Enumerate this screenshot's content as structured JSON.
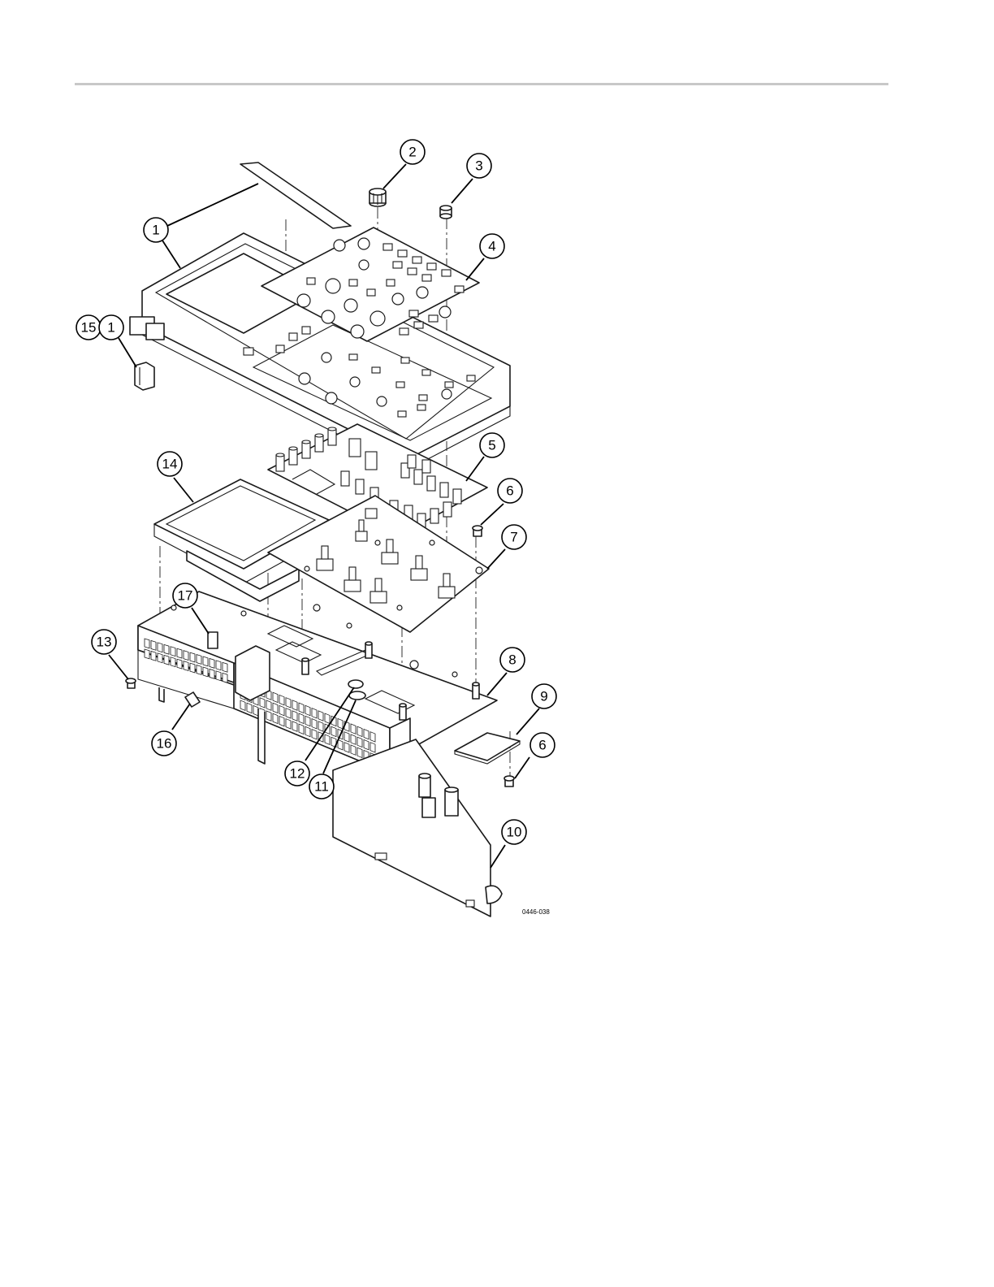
{
  "figure": {
    "id_label": "0446-038",
    "callouts": [
      {
        "id": "c1a",
        "label": "1"
      },
      {
        "id": "c2",
        "label": "2"
      },
      {
        "id": "c3",
        "label": "3"
      },
      {
        "id": "c4",
        "label": "4"
      },
      {
        "id": "c15",
        "label": "15"
      },
      {
        "id": "c1b",
        "label": "1"
      },
      {
        "id": "c5",
        "label": "5"
      },
      {
        "id": "c14",
        "label": "14"
      },
      {
        "id": "c6a",
        "label": "6"
      },
      {
        "id": "c7",
        "label": "7"
      },
      {
        "id": "c17",
        "label": "17"
      },
      {
        "id": "c13",
        "label": "13"
      },
      {
        "id": "c8",
        "label": "8"
      },
      {
        "id": "c9",
        "label": "9"
      },
      {
        "id": "c16",
        "label": "16"
      },
      {
        "id": "c6b",
        "label": "6"
      },
      {
        "id": "c12",
        "label": "12"
      },
      {
        "id": "c11",
        "label": "11"
      },
      {
        "id": "c10",
        "label": "10"
      }
    ]
  }
}
